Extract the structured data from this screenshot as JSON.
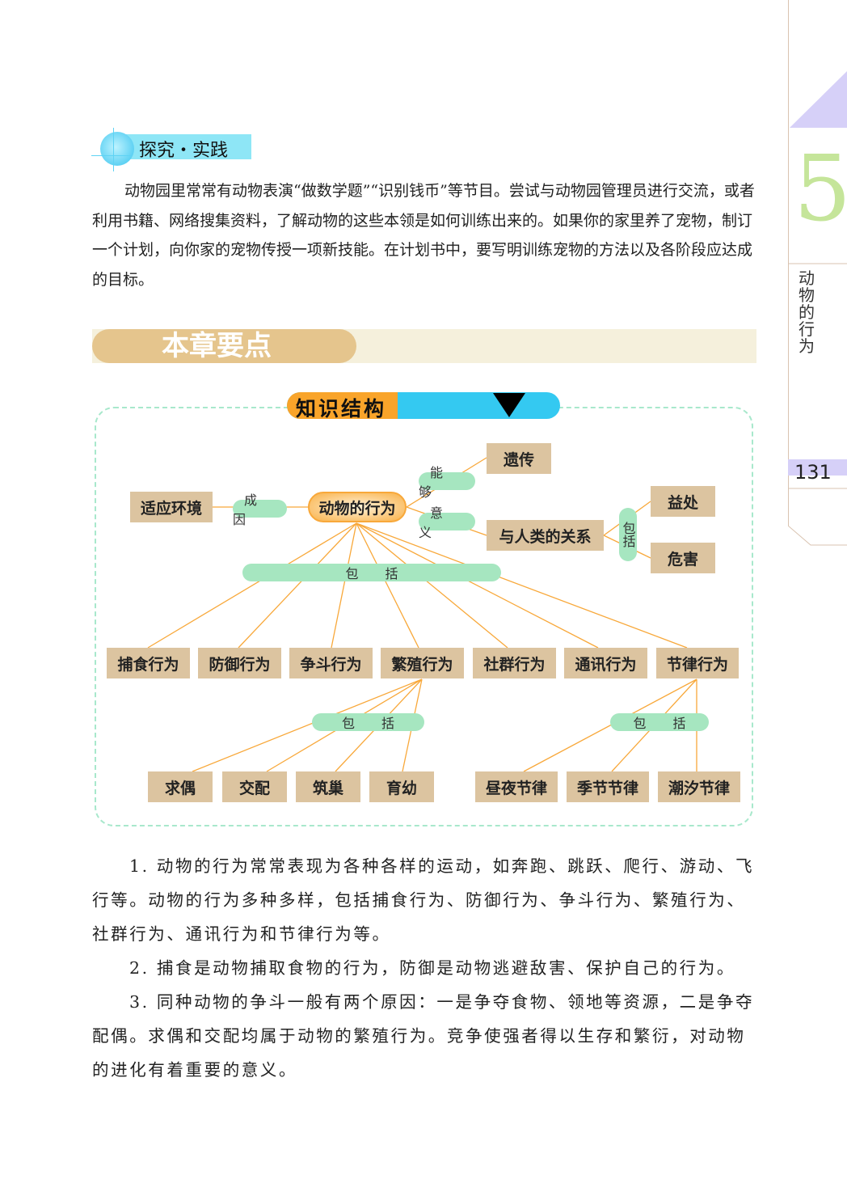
{
  "explore": {
    "title": "探究・实践",
    "text": "动物园里常常有动物表演“做数学题”“识别钱币”等节目。尝试与动物园管理员进行交流，或者利用书籍、网络搜集资料，了解动物的这些本领是如何训练出来的。如果你的家里养了宠物，制订一个计划，向你家的宠物传授一项新技能。在计划书中，要写明训练宠物的方法以及各阶段应达成的目标。"
  },
  "section_title": "本章要点",
  "diagram": {
    "title": "知识结构",
    "center": "动物的行为",
    "cause_label": "成 因",
    "cause": "适应环境",
    "can_label": "能 够",
    "can": "遗传",
    "meaning_label": "意 义",
    "meaning": "与人类的关系",
    "relation_label": "包括",
    "benefit": "益处",
    "harm": "危害",
    "include_label": "包 括",
    "behaviors": [
      "捕食行为",
      "防御行为",
      "争斗行为",
      "繁殖行为",
      "社群行为",
      "通讯行为",
      "节律行为"
    ],
    "repro_label": "包 括",
    "repro": [
      "求偶",
      "交配",
      "筑巢",
      "育幼"
    ],
    "rhythm_label": "包 括",
    "rhythm": [
      "昼夜节律",
      "季节节律",
      "潮汐节律"
    ]
  },
  "points": [
    "1. 动物的行为常常表现为各种各样的运动，如奔跑、跳跃、爬行、游动、飞行等。动物的行为多种多样，包括捕食行为、防御行为、争斗行为、繁殖行为、社群行为、通讯行为和节律行为等。",
    "2. 捕食是动物捕取食物的行为，防御是动物逃避敌害、保护自己的行为。",
    "3. 同种动物的争斗一般有两个原因：一是争夺食物、领地等资源，二是争夺配偶。求偶和交配均属于动物的繁殖行为。竞争使强者得以生存和繁衍，对动物的进化有着重要的意义。"
  ],
  "side": {
    "chapter_number": "5",
    "chapter_title": "动物的行为",
    "page_number": "131"
  }
}
